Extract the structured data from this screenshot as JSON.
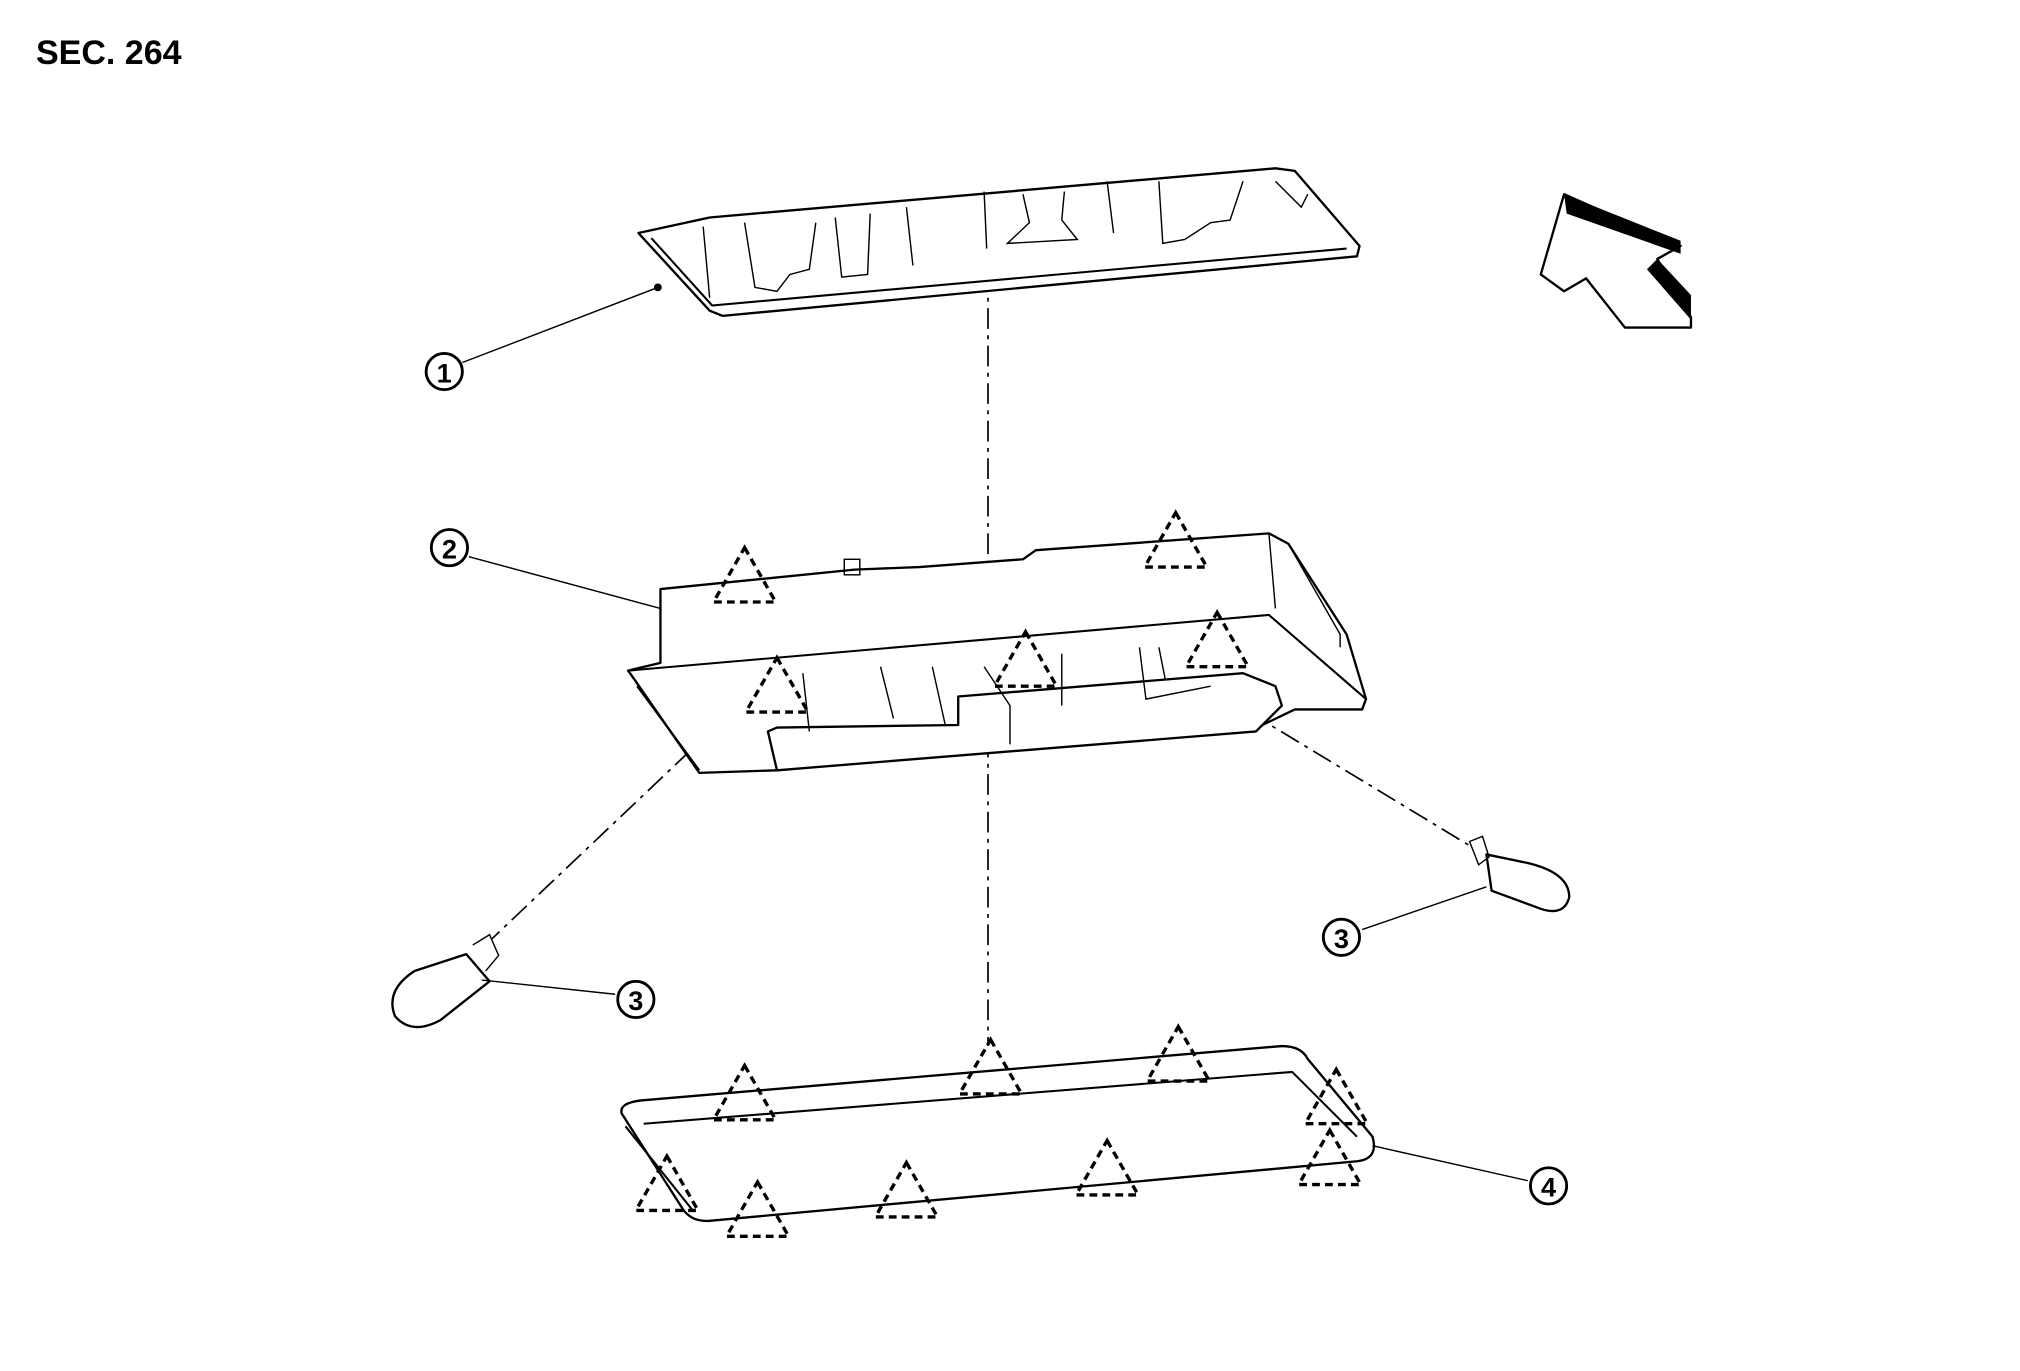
{
  "section_label": "SEC. 264",
  "callouts": {
    "part1": "1",
    "part2": "2",
    "part3_left": "3",
    "part3_right": "3",
    "part4": "4"
  },
  "icons": {
    "front_arrow": "front-direction-arrow-icon",
    "clip": "clip-triangle-icon"
  }
}
